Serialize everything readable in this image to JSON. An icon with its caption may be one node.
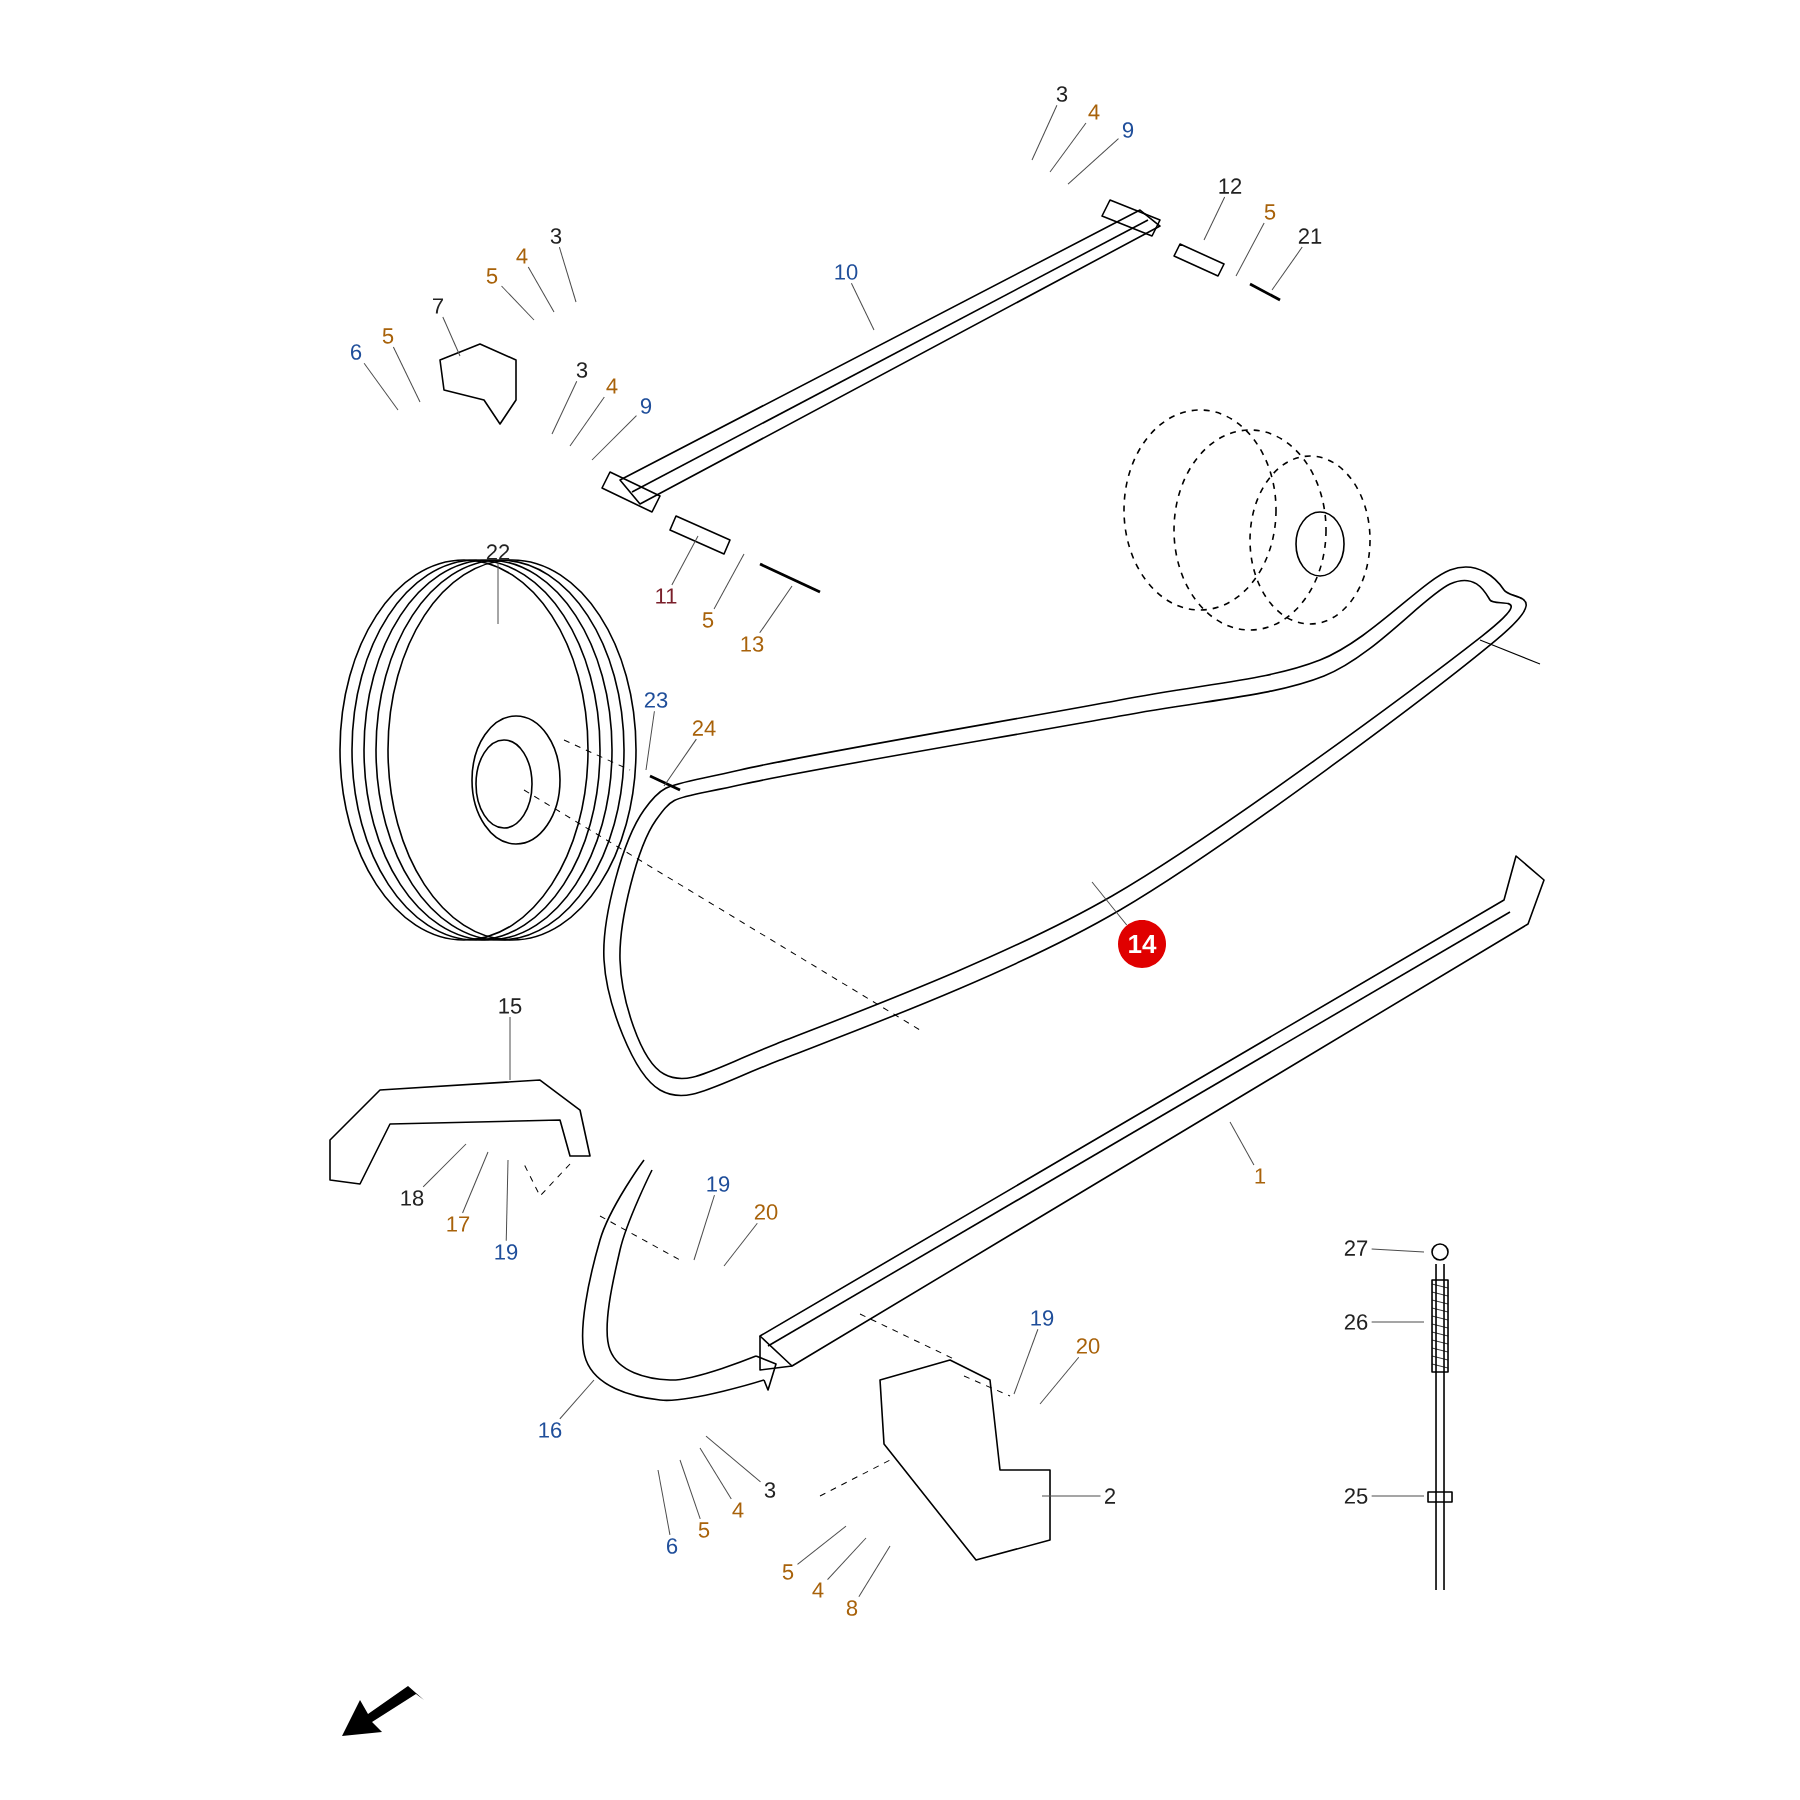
{
  "diagram": {
    "nodes": [
      {
        "text": [
          "3"
        ]
      },
      {
        "text": [
          "4"
        ]
      },
      {
        "text": [
          "9"
        ]
      },
      {
        "text": [
          "3"
        ]
      },
      {
        "text": [
          "4"
        ]
      },
      {
        "text": [
          "5"
        ]
      },
      {
        "text": [
          "10"
        ]
      },
      {
        "text": [
          "7"
        ]
      },
      {
        "text": [
          "6"
        ]
      },
      {
        "text": [
          "5"
        ]
      },
      {
        "text": [
          "12"
        ]
      },
      {
        "text": [
          "5"
        ]
      },
      {
        "text": [
          "21"
        ]
      },
      {
        "text": [
          "3"
        ]
      },
      {
        "text": [
          "4"
        ]
      },
      {
        "text": [
          "9"
        ]
      },
      {
        "text": [
          "22"
        ]
      },
      {
        "text": [
          "11"
        ]
      },
      {
        "text": [
          "5"
        ]
      },
      {
        "text": [
          "13"
        ]
      },
      {
        "text": [
          "23"
        ]
      },
      {
        "text": [
          "24"
        ]
      },
      {
        "text": [
          "14"
        ]
      },
      {
        "text": [
          "15"
        ]
      },
      {
        "text": [
          "18"
        ]
      },
      {
        "text": [
          "17"
        ]
      },
      {
        "text": [
          "19"
        ]
      },
      {
        "text": [
          "19"
        ]
      },
      {
        "text": [
          "20"
        ]
      },
      {
        "text": [
          "1"
        ]
      },
      {
        "text": [
          "27"
        ]
      },
      {
        "text": [
          "26"
        ]
      },
      {
        "text": [
          "19"
        ]
      },
      {
        "text": [
          "20"
        ]
      },
      {
        "text": [
          "16"
        ]
      },
      {
        "text": [
          "3"
        ]
      },
      {
        "text": [
          "2"
        ]
      },
      {
        "text": [
          "25"
        ]
      },
      {
        "text": [
          "6"
        ]
      },
      {
        "text": [
          "5"
        ]
      },
      {
        "text": [
          "4"
        ]
      },
      {
        "text": [
          "5"
        ]
      },
      {
        "text": [
          "4"
        ]
      },
      {
        "text": [
          "8"
        ]
      }
    ],
    "edges": [
      {
        "from": 0,
        "to": null,
        "arrow": "none"
      },
      {
        "from": 1,
        "to": null,
        "arrow": "none"
      },
      {
        "from": 2,
        "to": null,
        "arrow": "none"
      },
      {
        "from": 3,
        "to": null,
        "arrow": "none"
      },
      {
        "from": 4,
        "to": null,
        "arrow": "none"
      },
      {
        "from": 5,
        "to": null,
        "arrow": "none"
      },
      {
        "from": 6,
        "to": null,
        "arrow": "none"
      },
      {
        "from": 7,
        "to": null,
        "arrow": "none"
      },
      {
        "from": 8,
        "to": null,
        "arrow": "none"
      },
      {
        "from": 9,
        "to": null,
        "arrow": "none"
      },
      {
        "from": 10,
        "to": null,
        "arrow": "none"
      },
      {
        "from": 11,
        "to": null,
        "arrow": "none"
      },
      {
        "from": 12,
        "to": null,
        "arrow": "none"
      },
      {
        "from": 13,
        "to": null,
        "arrow": "none"
      },
      {
        "from": 14,
        "to": null,
        "arrow": "none"
      },
      {
        "from": 15,
        "to": null,
        "arrow": "none"
      },
      {
        "from": 16,
        "to": null,
        "arrow": "none"
      },
      {
        "from": 17,
        "to": null,
        "arrow": "none"
      },
      {
        "from": 18,
        "to": null,
        "arrow": "none"
      },
      {
        "from": 19,
        "to": null,
        "arrow": "none"
      },
      {
        "from": 20,
        "to": null,
        "arrow": "none"
      },
      {
        "from": 21,
        "to": null,
        "arrow": "none"
      },
      {
        "from": 22,
        "to": null,
        "arrow": "none"
      },
      {
        "from": 23,
        "to": null,
        "arrow": "none"
      },
      {
        "from": 24,
        "to": null,
        "arrow": "none"
      },
      {
        "from": 25,
        "to": null,
        "arrow": "none"
      },
      {
        "from": 26,
        "to": null,
        "arrow": "none"
      },
      {
        "from": 27,
        "to": null,
        "arrow": "none"
      },
      {
        "from": 28,
        "to": null,
        "arrow": "none"
      },
      {
        "from": 29,
        "to": null,
        "arrow": "none"
      },
      {
        "from": 30,
        "to": null,
        "arrow": "none"
      },
      {
        "from": 31,
        "to": null,
        "arrow": "none"
      },
      {
        "from": 32,
        "to": null,
        "arrow": "none"
      },
      {
        "from": 33,
        "to": null,
        "arrow": "none"
      },
      {
        "from": 34,
        "to": null,
        "arrow": "none"
      },
      {
        "from": 35,
        "to": null,
        "arrow": "none"
      },
      {
        "from": 36,
        "to": null,
        "arrow": "none"
      },
      {
        "from": 37,
        "to": null,
        "arrow": "none"
      },
      {
        "from": 38,
        "to": null,
        "arrow": "none"
      },
      {
        "from": 39,
        "to": null,
        "arrow": "none"
      },
      {
        "from": 40,
        "to": null,
        "arrow": "none"
      },
      {
        "from": 41,
        "to": null,
        "arrow": "none"
      },
      {
        "from": 42,
        "to": null,
        "arrow": "none"
      },
      {
        "from": 43,
        "to": null,
        "arrow": "none"
      }
    ]
  }
}
